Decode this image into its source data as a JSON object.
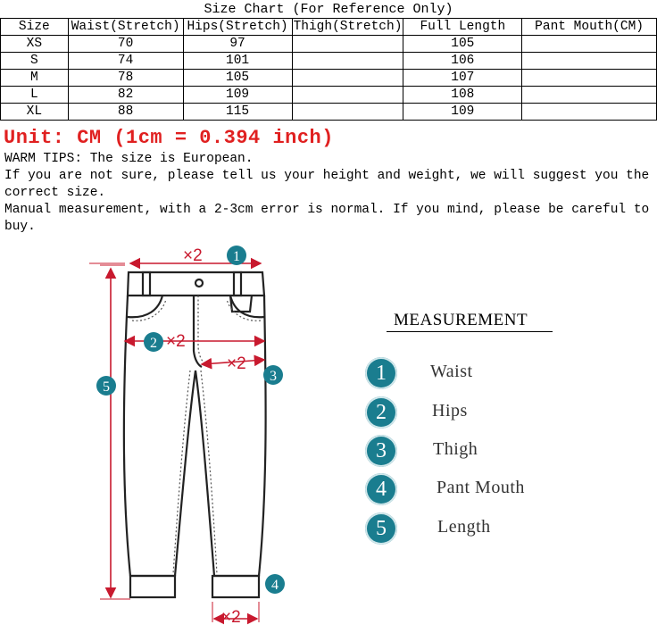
{
  "chart_title": "Size Chart  (For Reference Only)",
  "table": {
    "headers": [
      "Size",
      "Waist(Stretch)",
      "Hips(Stretch)",
      "Thigh(Stretch)",
      "Full Length",
      "Pant Mouth(CM)"
    ],
    "rows": [
      [
        "XS",
        "70",
        "97",
        "",
        "105",
        ""
      ],
      [
        "S",
        "74",
        "101",
        "",
        "106",
        ""
      ],
      [
        "M",
        "78",
        "105",
        "",
        "107",
        ""
      ],
      [
        "L",
        "82",
        "109",
        "",
        "108",
        ""
      ],
      [
        "XL",
        "88",
        "115",
        "",
        "109",
        ""
      ]
    ]
  },
  "unit_text": "Unit: CM (1cm = 0.394 inch)",
  "tips": [
    "WARM TIPS: The size is European.",
    "If you are not sure, please tell us your height and weight, we will suggest you the correct size.",
    "Manual measurement, with a 2-3cm error is normal. If you mind, please be careful to buy."
  ],
  "diagram": {
    "marker_labels": [
      "1",
      "2",
      "3",
      "4",
      "5"
    ],
    "x2_label": "×2"
  },
  "legend": {
    "title": "MEASUREMENT",
    "items": [
      {
        "num": "1",
        "label": "Waist"
      },
      {
        "num": "2",
        "label": "Hips"
      },
      {
        "num": "3",
        "label": "Thigh"
      },
      {
        "num": "4",
        "label": "Pant Mouth"
      },
      {
        "num": "5",
        "label": "Length"
      }
    ]
  },
  "colors": {
    "accent_red": "#e02020",
    "badge_teal": "#1a7d8f",
    "arrow_red": "#c8192e"
  }
}
